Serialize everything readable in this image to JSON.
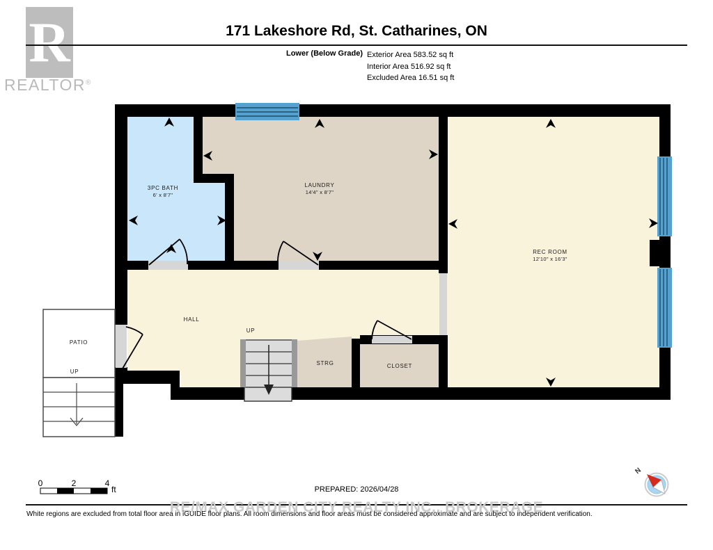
{
  "header": {
    "logo": {
      "letter": "R",
      "brand": "REALTOR",
      "registered": "®"
    },
    "title": "171 Lakeshore Rd, St. Catharines, ON",
    "floor_label": "Lower (Below Grade)",
    "areas": [
      {
        "label": "Exterior Area",
        "value": "583.52 sq ft"
      },
      {
        "label": "Interior Area",
        "value": "516.92 sq ft"
      },
      {
        "label": "Excluded Area",
        "value": "16.51 sq ft"
      }
    ]
  },
  "floorplan": {
    "rooms": [
      {
        "name": "3PC BATH",
        "dims": "6' x 8'7\""
      },
      {
        "name": "LAUNDRY",
        "dims": "14'4\" x 8'7\""
      },
      {
        "name": "REC ROOM",
        "dims": "12'10\" x 16'3\""
      },
      {
        "name": "HALL",
        "dims": ""
      },
      {
        "name": "STRG",
        "dims": ""
      },
      {
        "name": "CLOSET",
        "dims": ""
      },
      {
        "name": "PATIO",
        "dims": ""
      }
    ],
    "labels": {
      "stairs_up": "UP",
      "patio_up": "UP"
    },
    "compass": {
      "north": "N"
    }
  },
  "footer": {
    "scale": {
      "ticks": [
        "0",
        "2",
        "4"
      ],
      "unit": "ft"
    },
    "prepared": "PREPARED: 2026/04/28",
    "watermark": "RE/MAX GARDEN CITY REALTY INC., BROKERAGE",
    "disclaimer": "White regions are excluded from total floor area in iGUIDE floor plans. All room dimensions and floor areas must be considered approximate and are subject to independent verification."
  },
  "colors": {
    "wall": "#000000",
    "bath_floor": "#c9e6fa",
    "beige_floor": "#ded5c6",
    "cream_floor": "#faf3dc",
    "window_fill": "#55a1d0",
    "window_line": "#1c4e6b",
    "threshold": "#d6d6d6",
    "compass_red": "#d52b1e",
    "logo_grey": "#bdbdbd",
    "watermark_grey": "#cbcbcb"
  }
}
